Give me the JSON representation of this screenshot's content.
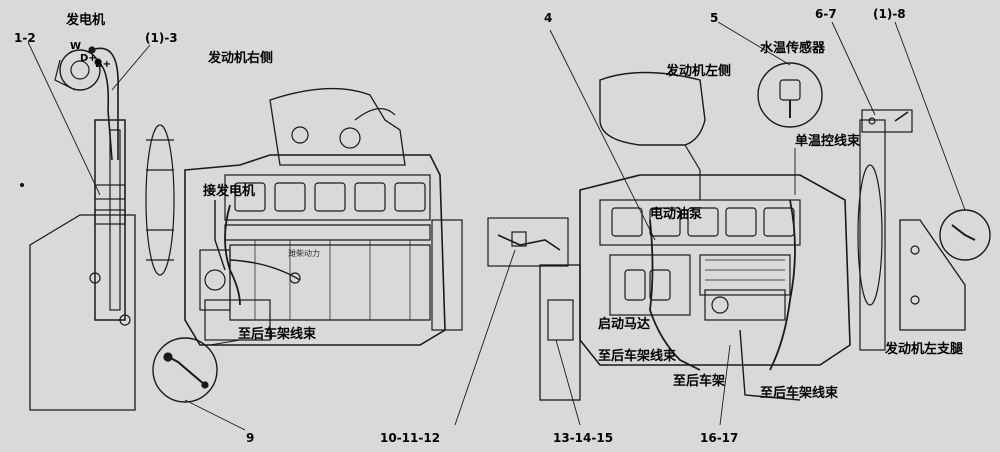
{
  "labels": {
    "generator": "发电机",
    "gen_w": "W",
    "gen_d": "D+",
    "gen_b": "B+",
    "ref_1_2": "1-2",
    "ref_1_3": "(1)-3",
    "right_side": "发动机右侧",
    "to_generator": "接发电机",
    "rear_harness_a": "至后车架线束",
    "ref_9": "9",
    "ref_10_12": "10-11-12",
    "ref_13_15": "13-14-15",
    "ref_16_17": "16-17",
    "ref_4": "4",
    "ref_5": "5",
    "ref_6_7": "6-7",
    "ref_1_8": "(1)-8",
    "left_side": "发动机左侧",
    "water_temp_sensor": "水温传感器",
    "single_temp_harness": "单温控线束",
    "electric_oil_pump": "电动油泵",
    "starter_motor": "启动马达",
    "rear_harness_b": "至后车架线束",
    "rear_frame": "至后车架",
    "rear_harness_c": "至后车架线束",
    "left_leg": "发动机左支腿",
    "engine_brand": "潍柴动力"
  },
  "colors": {
    "background": "#d9d9d9",
    "line": "#1a1a1a"
  }
}
